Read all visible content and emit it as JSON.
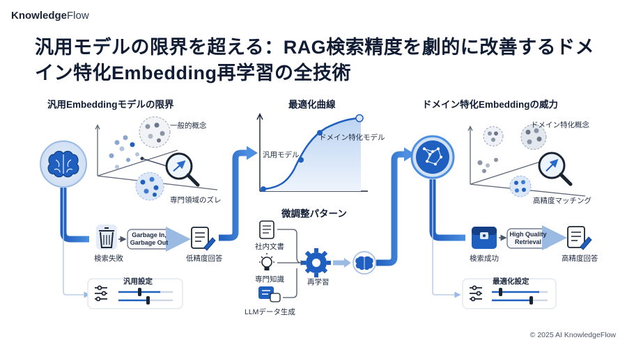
{
  "brand": {
    "name_bold": "Knowledge",
    "name_light": "Flow"
  },
  "title": "汎用モデルの限界を超える：RAG検索精度を劇的に改善するドメイン特化Embedding再学習の全技術",
  "left": {
    "title": "汎用Embeddingモデルの限界",
    "general_concept": "一般的概念",
    "domain_gap": "専門領域のズレ",
    "garbage": "Garbage In,\nGarbage Out",
    "search_fail": "検索失敗",
    "low_answer": "低精度回答",
    "settings": "汎用設定"
  },
  "center": {
    "title": "最適化曲線",
    "general_model": "汎用モデル",
    "domain_model": "ドメイン特化モデル",
    "pattern_title": "微調整パターン",
    "internal_docs": "社内文書",
    "expert_knowledge": "専門知識",
    "llm_data": "LLMデータ生成",
    "retrain": "再学習"
  },
  "right": {
    "title": "ドメイン特化Embeddingの威力",
    "domain_concept": "ドメイン特化概念",
    "matching": "高精度マッチング",
    "quality": "High Quality\nRetrieval",
    "search_success": "検索成功",
    "high_answer": "高精度回答",
    "settings": "最適化設定"
  },
  "footer": "© 2025 AI KnowledgeFlow",
  "colors": {
    "primary": "#1f5fbf",
    "light": "#dce8f7",
    "dark": "#0f1b33"
  }
}
